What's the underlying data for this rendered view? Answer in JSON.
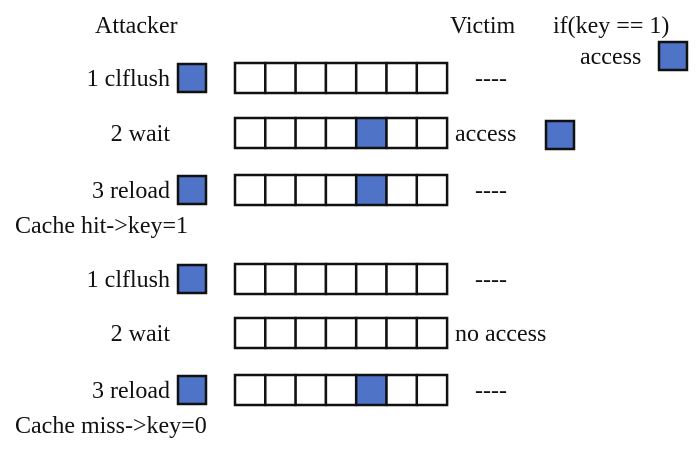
{
  "headers": {
    "attacker": "Attacker",
    "victim": "Victim",
    "condition": "if(key == 1)",
    "condition_action": "access"
  },
  "cache_lines": 7,
  "rows": [
    {
      "step": "1 clflush",
      "attacker_block": true,
      "filled_index": null,
      "victim_action": "----",
      "victim_block": false
    },
    {
      "step": "2 wait",
      "attacker_block": false,
      "filled_index": 4,
      "victim_action": "access",
      "victim_block": true
    },
    {
      "step": "3 reload",
      "attacker_block": true,
      "filled_index": 4,
      "victim_action": "----",
      "victim_block": false,
      "result": "Cache hit->key=1"
    },
    {
      "step": "1 clflush",
      "attacker_block": true,
      "filled_index": null,
      "victim_action": "----",
      "victim_block": false
    },
    {
      "step": "2 wait",
      "attacker_block": false,
      "filled_index": null,
      "victim_action": "no access",
      "victim_block": false
    },
    {
      "step": "3 reload",
      "attacker_block": true,
      "filled_index": 4,
      "victim_action": "----",
      "victim_block": false,
      "result": "Cache miss->key=0"
    }
  ],
  "colors": {
    "block_fill": "#4f73c7",
    "stroke": "#111111",
    "background": "#ffffff"
  }
}
